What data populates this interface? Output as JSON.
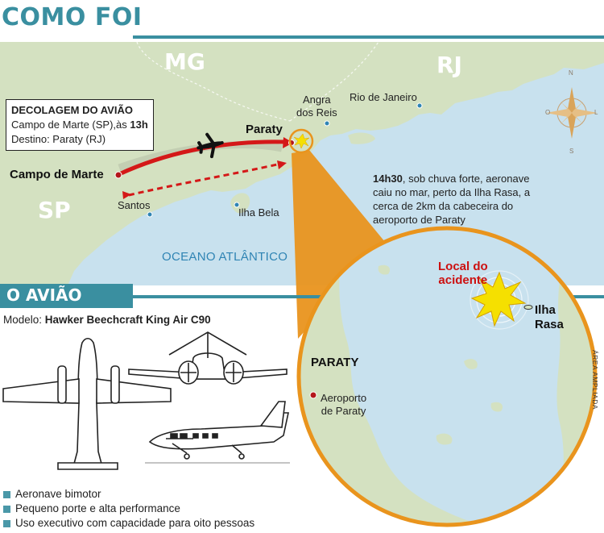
{
  "header": {
    "title": "COMO FOI"
  },
  "map": {
    "regions": [
      "MG",
      "RJ",
      "SP"
    ],
    "cities": {
      "angra": [
        "Angra",
        "dos Reis"
      ],
      "rio": "Rio de Janeiro",
      "paraty": "Paraty",
      "campo_de_marte": "Campo de Marte",
      "santos": "Santos",
      "ilha_bela": "Ilha Bela"
    },
    "ocean": "OCEANO ATLÂNTICO",
    "takeoff_box": {
      "title": "DECOLAGEM DO AVIÃO",
      "line1_prefix": "Campo de Marte (SP),às ",
      "line1_time": "13h",
      "line2": "Destino: Paraty (RJ)"
    },
    "event_note": {
      "time": "14h30",
      "text": ", sob chuva forte, aeronave caiu no mar, perto da Ilha Rasa, a cerca de 2km da cabeceira do aeroporto de Paraty"
    },
    "compass": {
      "n": "N",
      "s": "S",
      "e": "L",
      "w": "O"
    },
    "colors": {
      "sea": "#c8e1ee",
      "land": "#d4e1c1",
      "route": "#d41818",
      "accent": "#3a8fa0",
      "highlight": "#e9941d",
      "burst": "#f5e000"
    }
  },
  "inset": {
    "accident_label": [
      "Local do",
      "acidente"
    ],
    "island": [
      "Ilha",
      "Rasa"
    ],
    "town": "PARATY",
    "airport": [
      "Aeroporto",
      "de Paraty"
    ],
    "side_note": "ÁREA AMPLIADA"
  },
  "plane_section": {
    "title": "O AVIÃO",
    "model_label": "Modelo: ",
    "model_name": "Hawker Beechcraft King Air C90",
    "bullets": [
      "Aeronave bimotor",
      "Pequeno porte e alta performance",
      "Uso executivo com capacidade para oito pessoas"
    ]
  }
}
